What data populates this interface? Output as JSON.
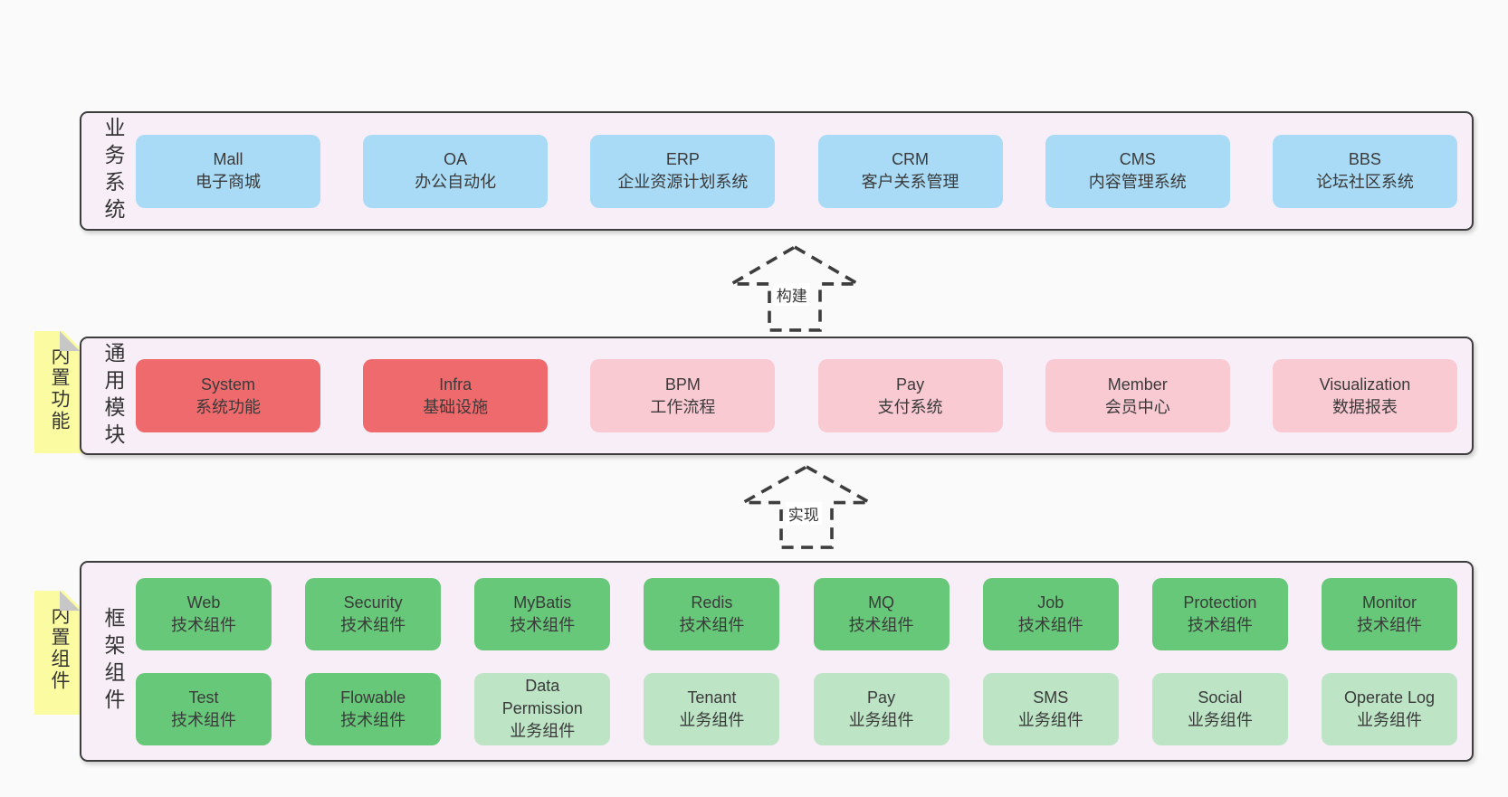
{
  "colors": {
    "page_bg": "#fafafa",
    "container_bg": "#f8eef7",
    "border": "#3d3d3d",
    "tab_yellow": "#fbfba1",
    "blue": "#a9dbf6",
    "red": "#ef6a6c",
    "pink": "#facad3",
    "green": "#68c87a",
    "lightgreen": "#bce4c5"
  },
  "arrows": [
    {
      "label": "构建"
    },
    {
      "label": "实现"
    }
  ],
  "layers": [
    {
      "label": "业务系统",
      "tab": null,
      "rows": [
        [
          {
            "name": "Mall",
            "desc": "电子商城",
            "color": "blue"
          },
          {
            "name": "OA",
            "desc": "办公自动化",
            "color": "blue"
          },
          {
            "name": "ERP",
            "desc": "企业资源计划系统",
            "color": "blue"
          },
          {
            "name": "CRM",
            "desc": "客户关系管理",
            "color": "blue"
          },
          {
            "name": "CMS",
            "desc": "内容管理系统",
            "color": "blue"
          },
          {
            "name": "BBS",
            "desc": "论坛社区系统",
            "color": "blue"
          }
        ]
      ]
    },
    {
      "label": "通用模块",
      "tab": "内置功能",
      "rows": [
        [
          {
            "name": "System",
            "desc": "系统功能",
            "color": "red"
          },
          {
            "name": "Infra",
            "desc": "基础设施",
            "color": "red"
          },
          {
            "name": "BPM",
            "desc": "工作流程",
            "color": "pink"
          },
          {
            "name": "Pay",
            "desc": "支付系统",
            "color": "pink"
          },
          {
            "name": "Member",
            "desc": "会员中心",
            "color": "pink"
          },
          {
            "name": "Visualization",
            "desc": "数据报表",
            "color": "pink"
          }
        ]
      ]
    },
    {
      "label": "框架组件",
      "tab": "内置组件",
      "rows": [
        [
          {
            "name": "Web",
            "desc": "技术组件",
            "color": "green"
          },
          {
            "name": "Security",
            "desc": "技术组件",
            "color": "green"
          },
          {
            "name": "MyBatis",
            "desc": "技术组件",
            "color": "green"
          },
          {
            "name": "Redis",
            "desc": "技术组件",
            "color": "green"
          },
          {
            "name": "MQ",
            "desc": "技术组件",
            "color": "green"
          },
          {
            "name": "Job",
            "desc": "技术组件",
            "color": "green"
          },
          {
            "name": "Protection",
            "desc": "技术组件",
            "color": "green"
          },
          {
            "name": "Monitor",
            "desc": "技术组件",
            "color": "green"
          }
        ],
        [
          {
            "name": "Test",
            "desc": "技术组件",
            "color": "green"
          },
          {
            "name": "Flowable",
            "desc": "技术组件",
            "color": "green"
          },
          {
            "name": "Data Permission",
            "desc": "业务组件",
            "color": "lightgreen"
          },
          {
            "name": "Tenant",
            "desc": "业务组件",
            "color": "lightgreen"
          },
          {
            "name": "Pay",
            "desc": "业务组件",
            "color": "lightgreen"
          },
          {
            "name": "SMS",
            "desc": "业务组件",
            "color": "lightgreen"
          },
          {
            "name": "Social",
            "desc": "业务组件",
            "color": "lightgreen"
          },
          {
            "name": "Operate Log",
            "desc": "业务组件",
            "color": "lightgreen"
          }
        ]
      ]
    }
  ]
}
